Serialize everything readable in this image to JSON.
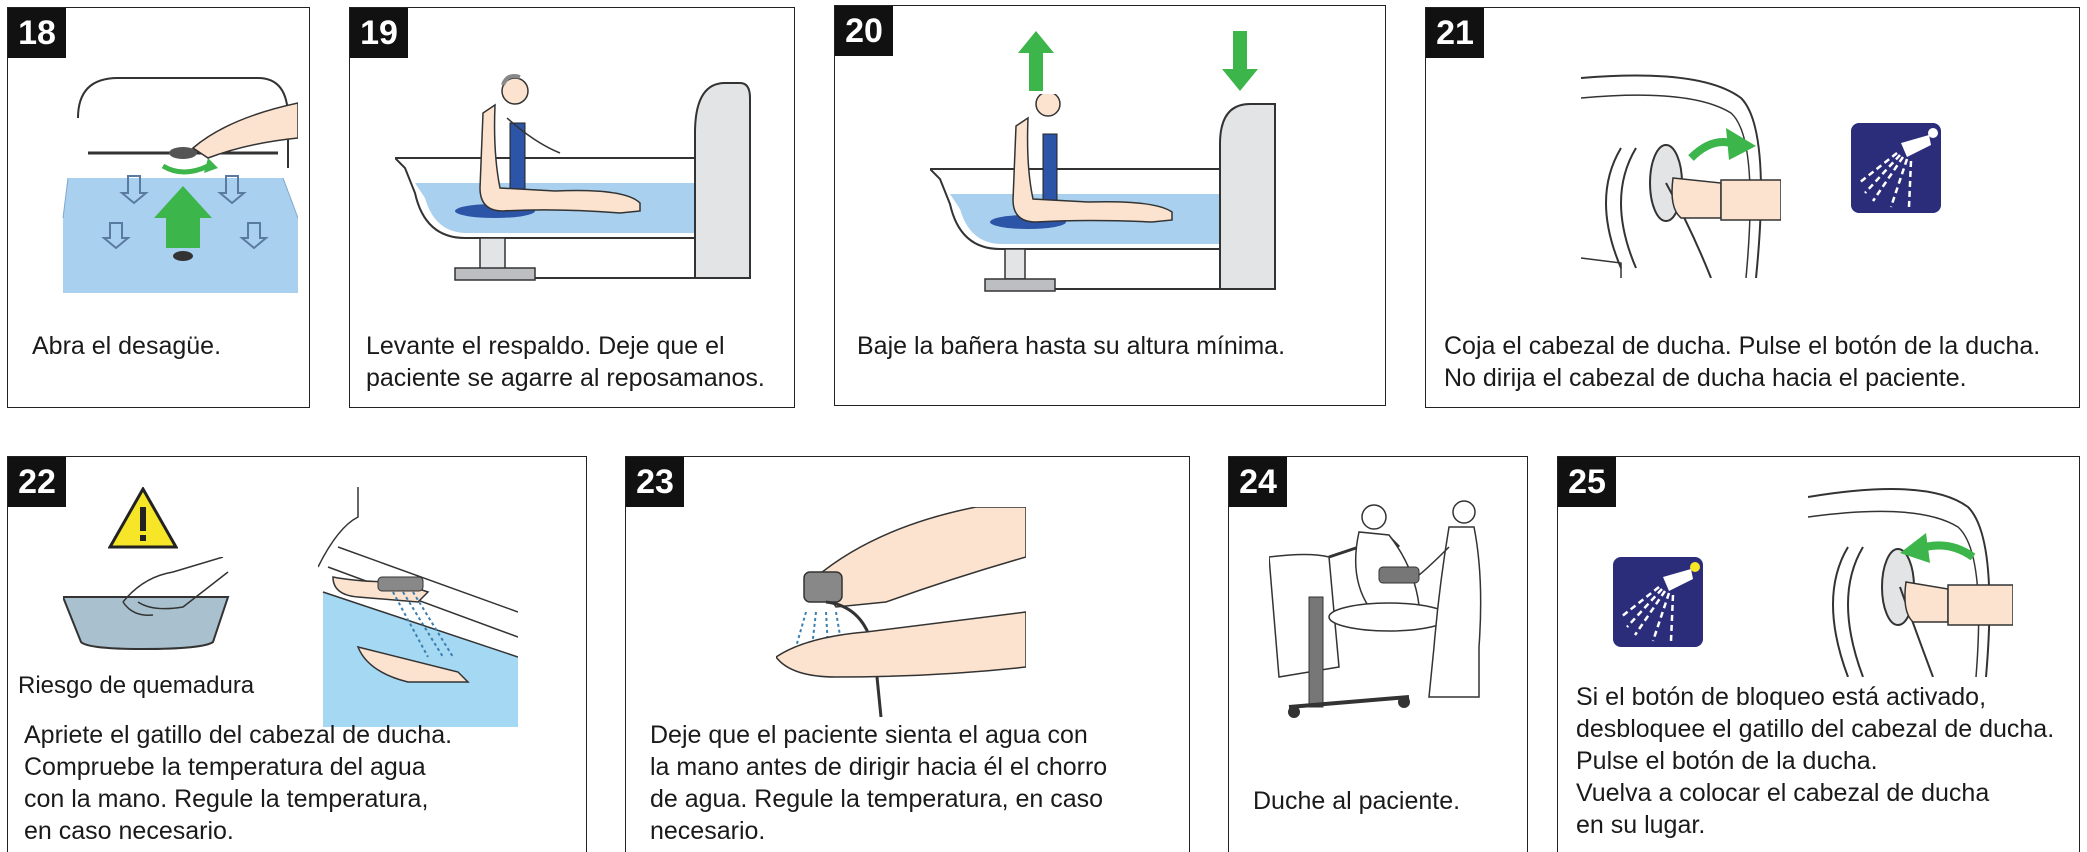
{
  "steps": [
    {
      "number": "18",
      "text": "Abra el desagüe."
    },
    {
      "number": "19",
      "text": "Levante el respaldo. Deje que el\npaciente se agarre al reposamanos."
    },
    {
      "number": "20",
      "text": "Baje la bañera hasta su altura mínima."
    },
    {
      "number": "21",
      "text": "Coja el cabezal de ducha. Pulse el botón de la ducha.\nNo dirija el cabezal de ducha hacia el paciente."
    },
    {
      "number": "22",
      "text": "Apriete el gatillo del cabezal de ducha.\nCompruebe la temperatura del agua\ncon la mano. Regule la temperatura,\nen caso necesario.",
      "warning": "Riesgo de quemadura"
    },
    {
      "number": "23",
      "text": "Deje que el paciente sienta el agua con\nla mano antes de dirigir hacia él el chorro\nde agua. Regule la temperatura, en caso\nnecesario."
    },
    {
      "number": "24",
      "text": "Duche al paciente."
    },
    {
      "number": "25",
      "text": "Si el botón de bloqueo está activado,\ndesbloquee el gatillo del cabezal de ducha.\nPulse el botón de la ducha.\nVuelva a colocar el cabezal de ducha\nen su lugar."
    }
  ],
  "colors": {
    "water": "#a9d0ef",
    "arrow_green": "#3cb54a",
    "shower_button": "#2b2d7a",
    "warning_yellow": "#f6e627"
  }
}
